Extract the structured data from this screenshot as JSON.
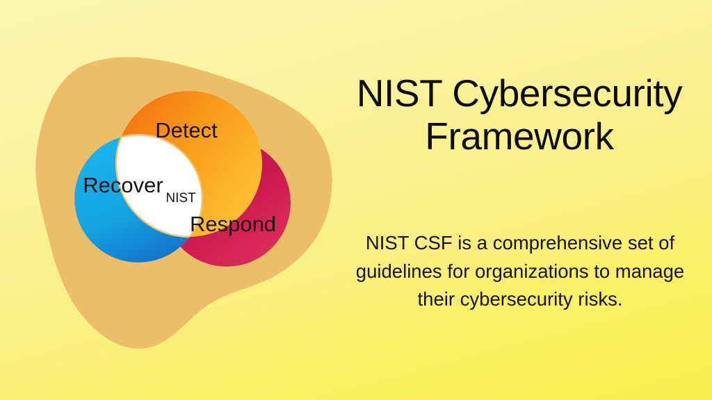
{
  "slide": {
    "background": {
      "gradient_from": "#FCF6B0",
      "gradient_to": "#F9EE4E",
      "blob_color": "#EDBE6A"
    }
  },
  "header": {
    "title_line_1": "NIST Cybersecurity",
    "title_line_2": "Framework",
    "title_full": "NIST Cybersecurity Framework"
  },
  "body": {
    "paragraph": "NIST CSF is a comprehensive set of guidelines for organizations to manage their cybersecurity risks."
  },
  "diagram": {
    "type": "venn",
    "core_label": "NIST",
    "circles": [
      {
        "id": "respond",
        "label": "Respond",
        "color": "#C4134C",
        "color_light": "#DA2D57"
      },
      {
        "id": "detect",
        "label": "Detect",
        "color": "#F57C1F",
        "color_light": "#FBB52D"
      },
      {
        "id": "recover",
        "label": "Recover",
        "color": "#17ADE8",
        "color_light": "#1470C6"
      }
    ],
    "core_fill": "#FFFFFF"
  }
}
